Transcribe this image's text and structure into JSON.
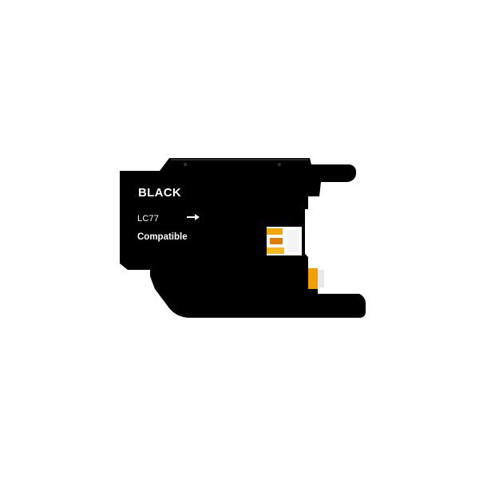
{
  "cartridge": {
    "color_label": "BLACK",
    "model_label": "LC77",
    "compat_label": "Compatible",
    "body_color": "#000000",
    "chip_color": "#f0a800",
    "window_color": "#ffffff",
    "ink_icon": "arrow-right-icon"
  }
}
